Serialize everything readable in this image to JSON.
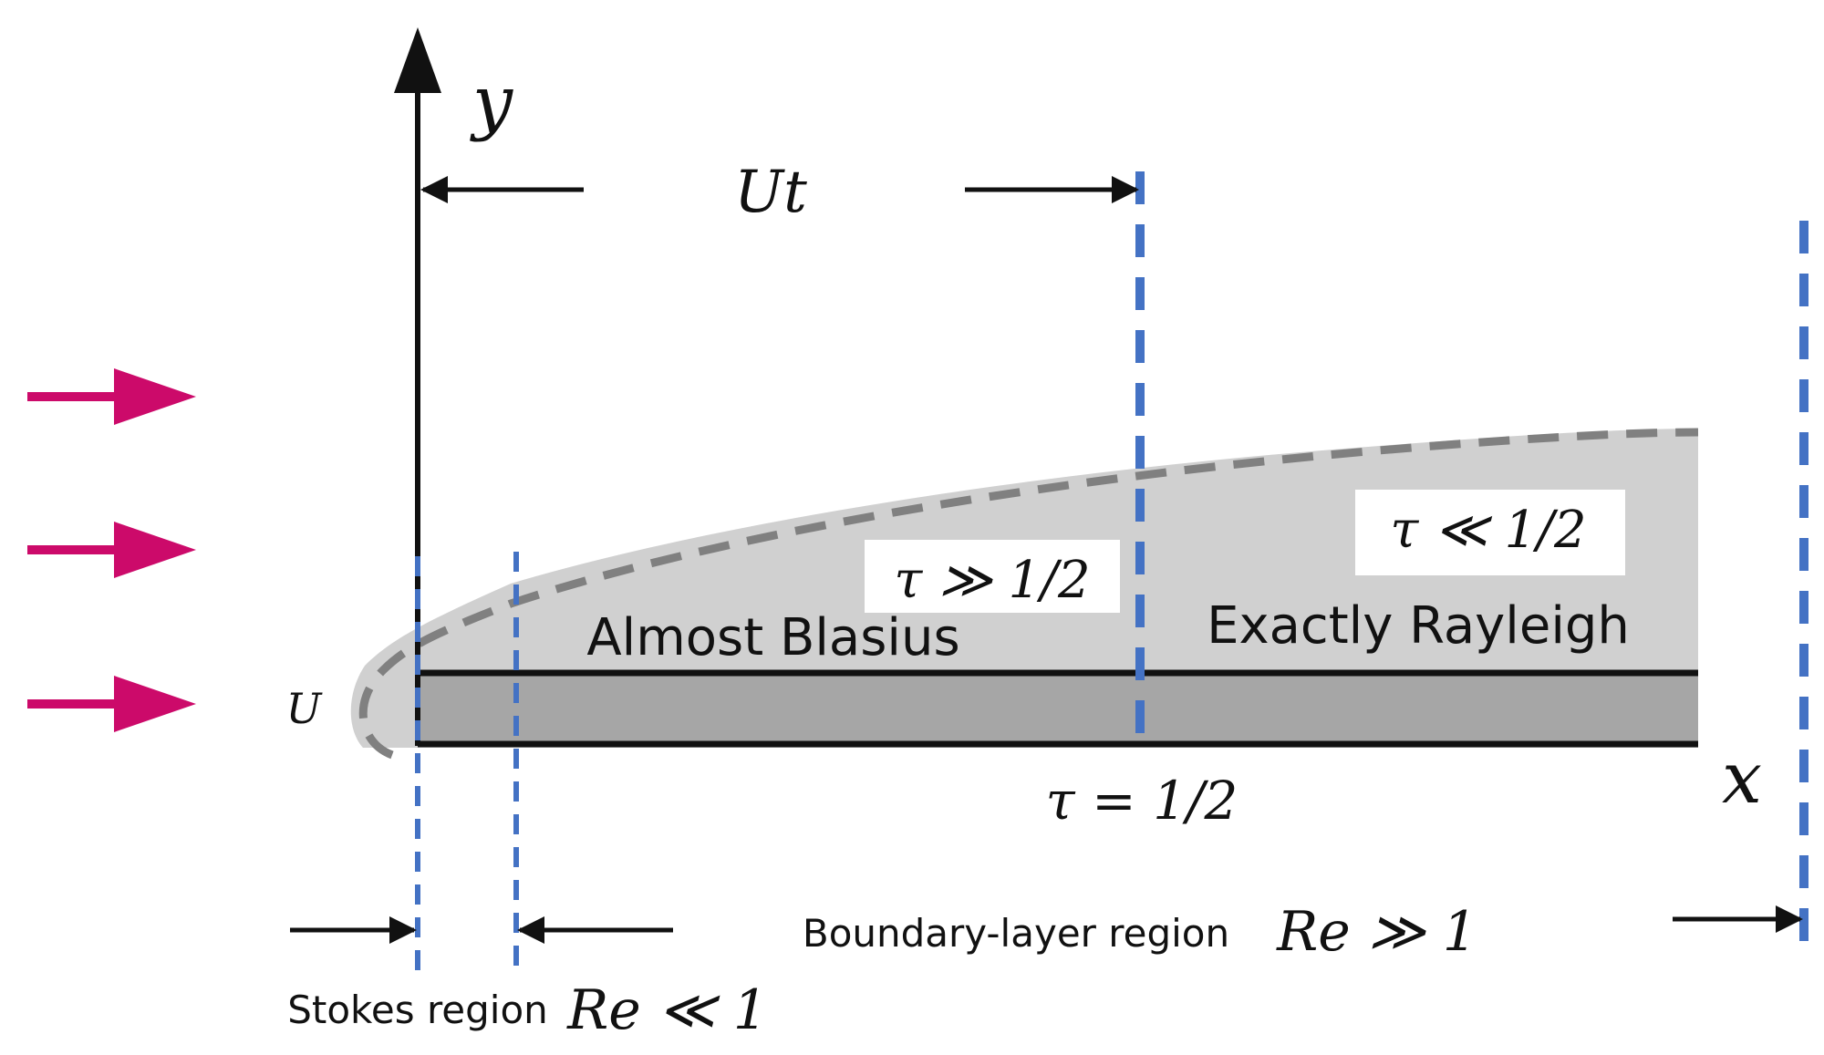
{
  "labels": {
    "y_axis": "y",
    "x_axis": "x",
    "ut": "Ut",
    "u": "U",
    "tau_gg_half": "τ ≫ 1/2",
    "tau_ll_half": "τ ≪ 1/2",
    "tau_eq_half": "τ = 1/2",
    "almost_blasius": "Almost Blasius",
    "exactly_rayleigh": "Exactly Rayleigh",
    "boundary_layer_region": "Boundary-layer region",
    "re_gg_1": "Re ≫ 1",
    "stokes_region": "Stokes region",
    "re_ll_1": "Re ≪ 1"
  },
  "colors": {
    "flow_arrows": "#cc0a6a",
    "dashed_markers": "#4472c4",
    "boundary_layer_fill": "#d0d0d0",
    "plate_fill": "#a6a6a6",
    "boundary_edge": "#808080",
    "axes": "#111111"
  }
}
